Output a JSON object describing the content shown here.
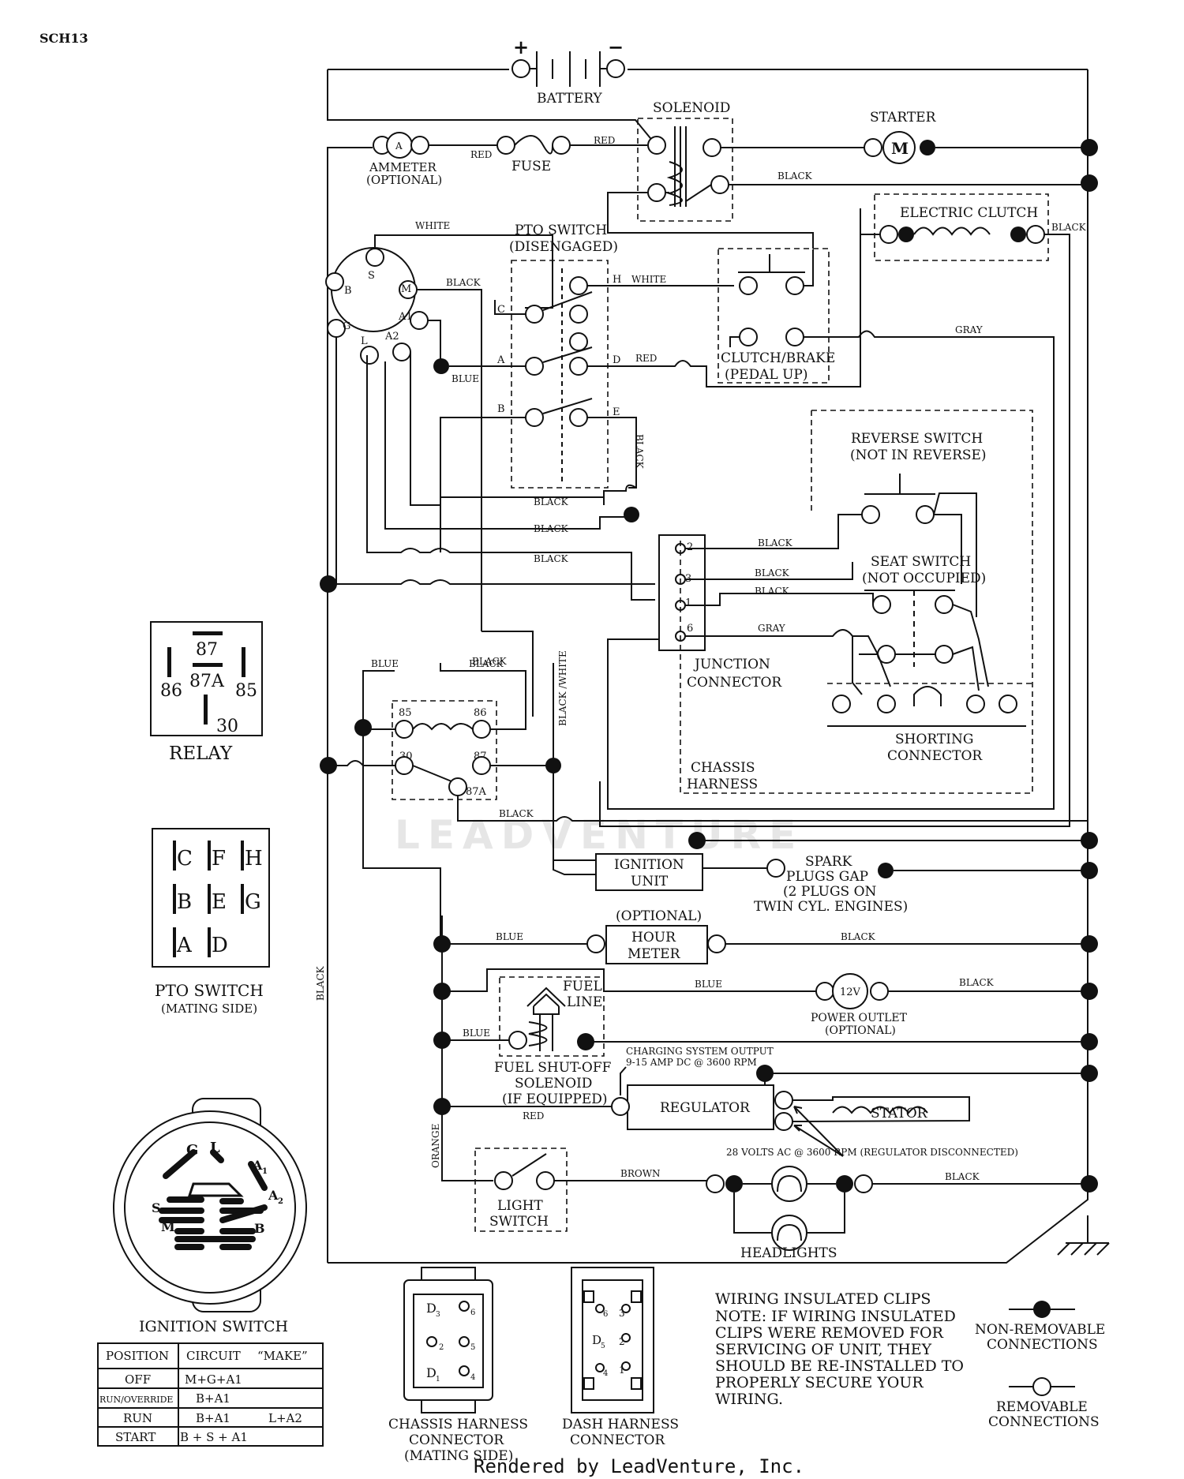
{
  "header": {
    "code": "SCH13"
  },
  "labels": {
    "battery": "BATTERY",
    "plus": "+",
    "minus": "−",
    "solenoid": "SOLENOID",
    "starter": "STARTER",
    "motor": "M",
    "ammeter": "AMMETER",
    "ammeter_opt": "(OPTIONAL)",
    "ammeter_glyph": "A",
    "fuse": "FUSE",
    "pto_switch": "PTO SWITCH",
    "pto_state": "(DISENGAGED)",
    "electric_clutch": "ELECTRIC CLUTCH",
    "clutch_brake": "CLUTCH/BRAKE",
    "clutch_brake_state": "(PEDAL UP)",
    "reverse_switch": "REVERSE SWITCH",
    "reverse_state": "(NOT IN REVERSE)",
    "seat_switch": "SEAT SWITCH",
    "seat_state": "(NOT OCCUPIED)",
    "junction": "JUNCTION",
    "connector": "CONNECTOR",
    "shorting": "SHORTING",
    "shorting_connector": "CONNECTOR",
    "chassis": "CHASSIS",
    "harness": "HARNESS",
    "ignition_unit_1": "IGNITION",
    "ignition_unit_2": "UNIT",
    "spark_1": "SPARK",
    "spark_2": "PLUGS GAP",
    "spark_3": "(2 PLUGS ON",
    "spark_4": "TWIN CYL. ENGINES)",
    "optional": "(OPTIONAL)",
    "hour_1": "HOUR",
    "hour_2": "METER",
    "fuel_1": "FUEL",
    "fuel_2": "LINE",
    "fuel_shutoff_1": "FUEL SHUT-OFF",
    "fuel_shutoff_2": "SOLENOID",
    "fuel_shutoff_3": "(IF EQUIPPED)",
    "power_glyph": "12V",
    "power_1": "POWER OUTLET",
    "power_2": "(OPTIONAL)",
    "charging_1": "CHARGING SYSTEM OUTPUT",
    "charging_2": "9-15 AMP DC @ 3600 RPM",
    "regulator": "REGULATOR",
    "stator": "STATOR",
    "volts_note": "28 VOLTS AC @ 3600 RPM (REGULATOR DISCONNECTED)",
    "light_1": "LIGHT",
    "light_2": "SWITCH",
    "headlights": "HEADLIGHTS",
    "relay": "RELAY",
    "pto_mating_1": "PTO SWITCH",
    "pto_mating_2": "(MATING SIDE)",
    "ignition_switch": "IGNITION SWITCH",
    "chassis_conn_1": "CHASSIS HARNESS",
    "chassis_conn_2": "CONNECTOR",
    "chassis_conn_3": "(MATING SIDE)",
    "dash_conn_1": "DASH HARNESS",
    "dash_conn_2": "CONNECTOR",
    "wic_title": "WIRING INSULATED CLIPS",
    "wic_1": "NOTE:  IF WIRING INSULATED",
    "wic_2": "CLIPS WERE REMOVED FOR",
    "wic_3": "SERVICING OF UNIT, THEY",
    "wic_4": "SHOULD BE RE-INSTALLED TO",
    "wic_5": "PROPERLY SECURE YOUR",
    "wic_6": "WIRING.",
    "nonrem_1": "NON-REMOVABLE",
    "nonrem_2": "CONNECTIONS",
    "rem_1": "REMOVABLE",
    "rem_2": "CONNECTIONS",
    "watermark": "LEADVENTURE",
    "footer": "Rendered by LeadVenture, Inc."
  },
  "terminals": {
    "ign_b": "B",
    "ign_s": "S",
    "ign_m": "M",
    "ign_a1": "A1",
    "ign_g": "G",
    "ign_l": "L",
    "ign_a2": "A2",
    "pto_c": "C",
    "pto_h": "H",
    "pto_a": "A",
    "pto_d": "D",
    "pto_b": "B",
    "pto_e": "E",
    "j2": "2",
    "j3": "3",
    "j1": "1",
    "j6": "6",
    "r85": "85",
    "r86": "86",
    "r30": "30",
    "r87": "87",
    "r87a": "87A"
  },
  "wires": {
    "red": "RED",
    "black": "BLACK",
    "white": "WHITE",
    "blue": "BLUE",
    "gray": "GRAY",
    "orange": "ORANGE",
    "brown": "BROWN",
    "black_white": "BLACK /WHITE"
  },
  "relay_pins": {
    "p87": "87",
    "p87a": "87A",
    "p86": "86",
    "p85": "85",
    "p30": "30"
  },
  "pto_pins": [
    "C",
    "F",
    "H",
    "B",
    "E",
    "G",
    "A",
    "D"
  ],
  "ignition_pins": {
    "g": "G",
    "l": "L",
    "a1": "A",
    "a2": "A",
    "s": "S",
    "m": "M",
    "b": "B",
    "sub1": "1",
    "sub2": "2"
  },
  "ignition_table": {
    "headers": [
      "POSITION",
      "CIRCUIT",
      "“MAKE”"
    ],
    "rows": [
      [
        "OFF",
        "M+G+A1",
        ""
      ],
      [
        "RUN/OVERRIDE",
        "B+A1",
        ""
      ],
      [
        "RUN",
        "B+A1",
        "L+A2"
      ],
      [
        "START",
        "B + S + A1",
        ""
      ]
    ]
  },
  "chassis_pins": {
    "d3": "D",
    "s3": "3",
    "d6": "6",
    "d2": "2",
    "d5": "5",
    "d1": "D",
    "s1": "1",
    "d4": "4"
  },
  "dash_pins": {
    "c6": "6",
    "c3": "3",
    "d5": "D",
    "s5": "5",
    "c2": "2",
    "c4": "4",
    "c1": "1"
  }
}
